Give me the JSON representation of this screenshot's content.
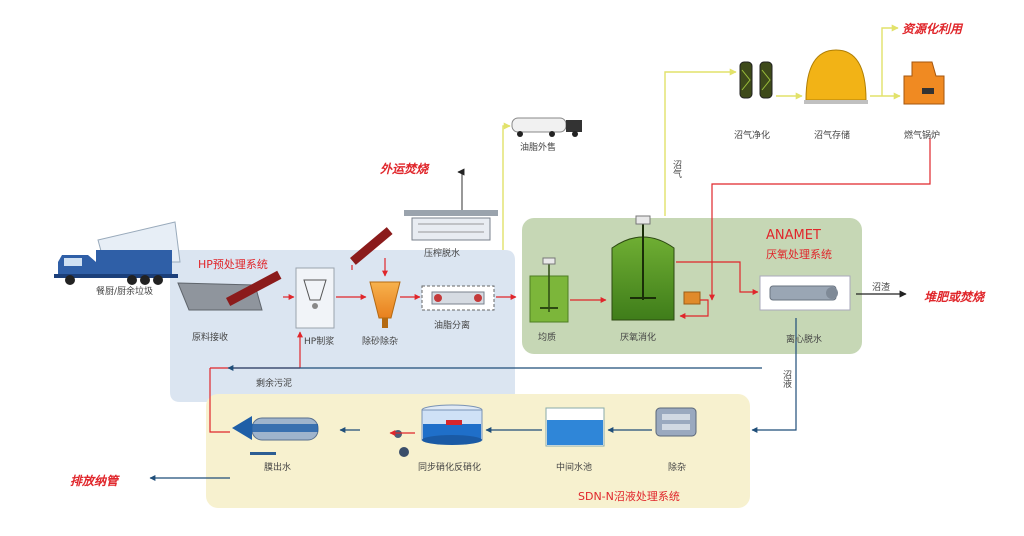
{
  "labels": {
    "kitchen_waste": "餐厨/厨余垃圾",
    "raw_receiving": "原料接收",
    "hp_pulping": "HP制浆",
    "grit_removal": "除砂除杂",
    "oil_separation": "油脂分离",
    "press_dewater": "压榨脱水",
    "oil_sale": "油脂外售",
    "equalization": "均质",
    "anaerobic": "厌氧消化",
    "centrifuge": "离心脱水",
    "biogas_purify": "沼气净化",
    "biogas_storage": "沼气存储",
    "boiler": "燃气锅炉",
    "impurity_removal": "除杂",
    "intermediate_tank": "中间水池",
    "sndn_reactor": "同步硝化反硝化",
    "membrane_water": "膜出水",
    "residual_sludge": "剩余污泥",
    "biogas": "沼气",
    "biogas_residue": "沼渣",
    "biogas_slurry": "沼液"
  },
  "outputs": {
    "incineration_out": "外运焚烧",
    "resource_use": "资源化利用",
    "compost_incineration": "堆肥或焚烧",
    "discharge_sewer": "排放纳管"
  },
  "systems": {
    "hp_system": "HP预处理系统",
    "anamet_line1": "ANAMET",
    "anamet_line2": "厌氧处理系统",
    "sdn_system": "SDN-N沼液处理系统"
  },
  "colors": {
    "hp_zone": "#dbe5f1",
    "anamet_zone": "#c6d7b5",
    "sdn_zone": "#f7f1cf",
    "red_line": "#e0262b",
    "yellow_line": "#e2e26a",
    "blue_line": "#1f4e79",
    "accent_orange": "#f2a13a",
    "digester_green": "#5e9c2a"
  }
}
